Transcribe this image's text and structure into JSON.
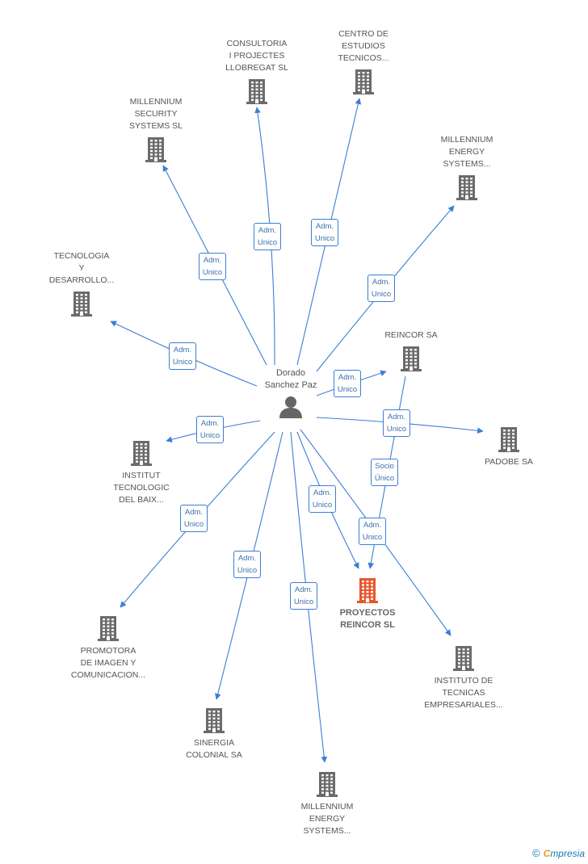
{
  "colors": {
    "edge": "#3b7ed6",
    "building": "#6b6b6b",
    "building_highlight": "#e8552b",
    "person": "#666666"
  },
  "center": {
    "name": "Dorado\nSanchez Paz",
    "icon": "person-icon"
  },
  "companies": [
    {
      "id": "consultoria",
      "label": "CONSULTORIA\nI PROJECTES\nLLOBREGAT SL",
      "highlight": false,
      "icon": "building-icon"
    },
    {
      "id": "centro",
      "label": "CENTRO DE\nESTUDIOS\nTECNICOS...",
      "highlight": false,
      "icon": "building-icon"
    },
    {
      "id": "millennium-security",
      "label": "MILLENNIUM\nSECURITY\nSYSTEMS SL",
      "highlight": false,
      "icon": "building-icon"
    },
    {
      "id": "millennium-energy-1",
      "label": "MILLENNIUM\nENERGY\nSYSTEMS...",
      "highlight": false,
      "icon": "building-icon"
    },
    {
      "id": "tecnologia",
      "label": "TECNOLOGIA\nY\nDESARROLLO...",
      "highlight": false,
      "icon": "building-icon"
    },
    {
      "id": "reincor",
      "label": "REINCOR SA",
      "highlight": false,
      "icon": "building-icon"
    },
    {
      "id": "institut",
      "label": "INSTITUT\nTECNOLOGIC\nDEL BAIX...",
      "highlight": false,
      "icon": "building-icon"
    },
    {
      "id": "padobe",
      "label": "PADOBE SA",
      "highlight": false,
      "icon": "building-icon"
    },
    {
      "id": "proyectos",
      "label": "PROYECTOS\nREINCOR SL",
      "highlight": true,
      "icon": "building-icon"
    },
    {
      "id": "promotora",
      "label": "PROMOTORA\nDE IMAGEN Y\nCOMUNICACION...",
      "highlight": false,
      "icon": "building-icon"
    },
    {
      "id": "instituto",
      "label": "INSTITUTO DE\nTECNICAS\nEMPRESARIALES...",
      "highlight": false,
      "icon": "building-icon"
    },
    {
      "id": "sinergia",
      "label": "SINERGIA\nCOLONIAL SA",
      "highlight": false,
      "icon": "building-icon"
    },
    {
      "id": "millennium-energy-2",
      "label": "MILLENNIUM\nENERGY\nSYSTEMS...",
      "highlight": false,
      "icon": "building-icon"
    }
  ],
  "relations": [
    {
      "from": "person",
      "to": "consultoria",
      "label": "Adm.\nUnico"
    },
    {
      "from": "person",
      "to": "centro",
      "label": "Adm.\nUnico"
    },
    {
      "from": "person",
      "to": "millennium-security",
      "label": "Adm.\nUnico"
    },
    {
      "from": "person",
      "to": "millennium-energy-1",
      "label": "Adm.\nUnico"
    },
    {
      "from": "person",
      "to": "tecnologia",
      "label": "Adm.\nUnico"
    },
    {
      "from": "person",
      "to": "reincor",
      "label": "Adm.\nUnico"
    },
    {
      "from": "person",
      "to": "institut",
      "label": "Adm.\nUnico"
    },
    {
      "from": "person",
      "to": "padobe",
      "label": "Adm.\nUnico"
    },
    {
      "from": "reincor",
      "to": "proyectos",
      "label": "Socio\nÚnico"
    },
    {
      "from": "person",
      "to": "proyectos",
      "label": "Adm.\nUnico"
    },
    {
      "from": "person",
      "to": "instituto",
      "label": "Adm.\nUnico"
    },
    {
      "from": "person",
      "to": "promotora",
      "label": "Adm.\nUnico"
    },
    {
      "from": "person",
      "to": "sinergia",
      "label": "Adm.\nUnico"
    },
    {
      "from": "person",
      "to": "millennium-energy-2",
      "label": "Adm.\nUnico"
    }
  ],
  "footer": {
    "copyright_symbol": "©",
    "brand_initial": "C",
    "brand_rest": "mpresia"
  }
}
